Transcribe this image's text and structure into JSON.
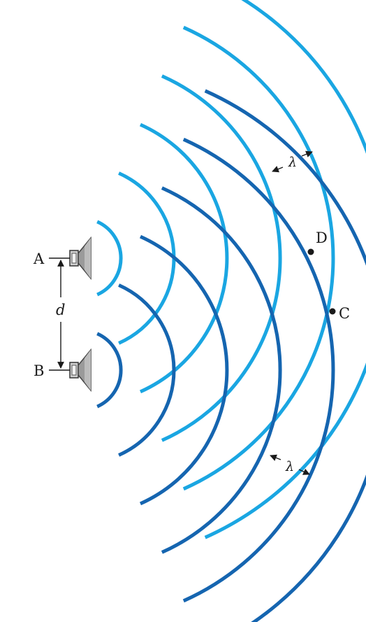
{
  "labels": {
    "source_a": "A",
    "source_b": "B",
    "separation": "d",
    "point_c": "C",
    "point_d": "D",
    "wavelength_top": "λ",
    "wavelength_bottom": "λ"
  },
  "colors": {
    "wave_a": "#1aa6e2",
    "wave_b": "#1565b0",
    "ink": "#1a1a1a",
    "speaker_body": "#9a9a9a"
  },
  "icons": [
    "speaker-icon"
  ]
}
